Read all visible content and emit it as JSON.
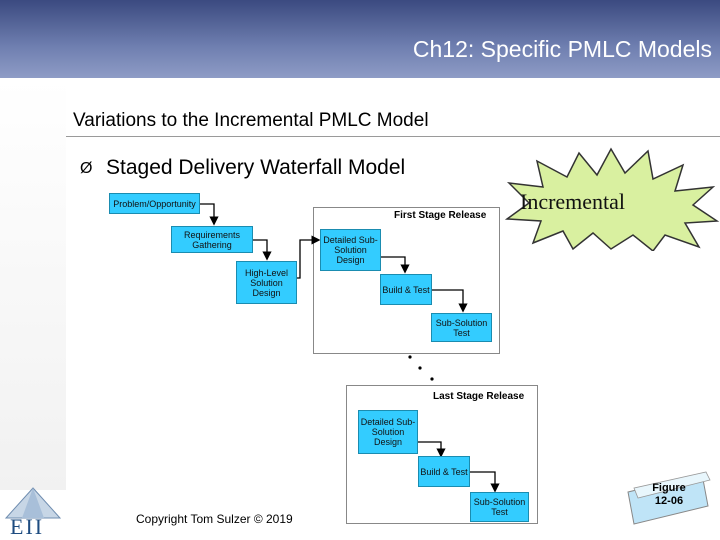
{
  "header": {
    "title": "Ch12: Specific PMLC Models"
  },
  "subtitle": "Variations to the Incremental PMLC Model",
  "bullet": {
    "marker": "Ø",
    "text": "Staged Delivery Waterfall Model"
  },
  "badge": {
    "text": "Incremental"
  },
  "diagram": {
    "phases": {
      "problem": "Problem/Opportunity",
      "requirements": "Requirements Gathering",
      "high_level": "High-Level Solution Design"
    },
    "first_stage": {
      "title": "First Stage Release",
      "detailed": "Detailed Sub-Solution Design",
      "build": "Build & Test",
      "sub_solution": "Sub-Solution Test"
    },
    "last_stage": {
      "title": "Last Stage Release",
      "detailed": "Detailed Sub-Solution Design",
      "build": "Build & Test",
      "sub_solution": "Sub-Solution Test"
    }
  },
  "figure": {
    "line1": "Figure",
    "line2": "12-06"
  },
  "copyright": "Copyright Tom Sulzer © 2019",
  "logo": {
    "letters": "EII"
  },
  "colors": {
    "header_dark": "#3b4a80",
    "header_light": "#8e9cc6",
    "box_fill": "#33ccff",
    "badge_fill": "#d9f0a0",
    "logo_blue": "#1e4c80"
  }
}
